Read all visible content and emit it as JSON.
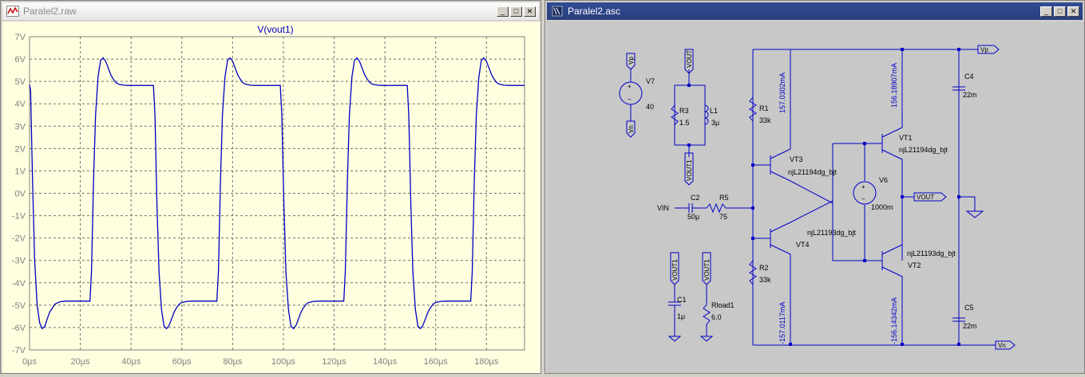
{
  "left_window": {
    "title": "Paralel2.raw",
    "buttons": {
      "minimize": "_",
      "maximize": "□",
      "close": "✕"
    }
  },
  "right_window": {
    "title": "Paralel2.asc",
    "buttons": {
      "minimize": "_",
      "maximize": "□",
      "close": "✕"
    }
  },
  "chart_data": {
    "type": "line",
    "title": "V(vout1)",
    "xlabel": "",
    "ylabel": "",
    "x_ticks": [
      "0µs",
      "20µs",
      "40µs",
      "60µs",
      "80µs",
      "100µs",
      "120µs",
      "140µs",
      "160µs",
      "180µs"
    ],
    "y_ticks": [
      "7V",
      "6V",
      "5V",
      "4V",
      "3V",
      "2V",
      "1V",
      "0V",
      "-1V",
      "-2V",
      "-3V",
      "-4V",
      "-5V",
      "-6V",
      "-7V"
    ],
    "xlim": [
      0,
      195
    ],
    "ylim": [
      -7,
      7
    ],
    "grid": true,
    "series": [
      {
        "name": "V(vout1)",
        "color": "#0000c0",
        "x": [
          0,
          0.4,
          1.2,
          2,
          3,
          4,
          5,
          6,
          7,
          8,
          10,
          12,
          14,
          16,
          18,
          20,
          22,
          23.8,
          24.4,
          25.2,
          26,
          27,
          28,
          29,
          30,
          31,
          32,
          33,
          34,
          35,
          37,
          39,
          41,
          43,
          45,
          47,
          48.8,
          49.4,
          50.2,
          51,
          52,
          53,
          54,
          55,
          56,
          57,
          58,
          59,
          60,
          62,
          64,
          66,
          68,
          70,
          72,
          73.8,
          74.4,
          75.2,
          76,
          77,
          78,
          79,
          80,
          81,
          82,
          83,
          84,
          85,
          87,
          89,
          91,
          93,
          95,
          97,
          98.8,
          99.4,
          100.2,
          101,
          102,
          103,
          104,
          105,
          106,
          107,
          108,
          109,
          110,
          112,
          114,
          116,
          118,
          120,
          122,
          123.8,
          124.4,
          125.2,
          126,
          127,
          128,
          129,
          130,
          131,
          132,
          133,
          134,
          135,
          137,
          139,
          141,
          143,
          145,
          147,
          148.8,
          149.4,
          150.2,
          151,
          152,
          153,
          154,
          155,
          156,
          157,
          158,
          159,
          160,
          162,
          164,
          166,
          168,
          170,
          172,
          173.8,
          174.4,
          175.2,
          176,
          177,
          178,
          179,
          180,
          181,
          182,
          183,
          184,
          185,
          187,
          189,
          191,
          193,
          195
        ],
        "y": [
          4.85,
          4.6,
          0.5,
          -3,
          -5,
          -5.8,
          -6.05,
          -5.95,
          -5.6,
          -5.3,
          -4.95,
          -4.85,
          -4.82,
          -4.82,
          -4.82,
          -4.82,
          -4.82,
          -4.82,
          -3.5,
          0.5,
          3.5,
          5.2,
          5.95,
          6.05,
          5.9,
          5.6,
          5.3,
          5.1,
          4.95,
          4.88,
          4.83,
          4.82,
          4.82,
          4.82,
          4.82,
          4.82,
          4.82,
          3.5,
          -0.5,
          -3.5,
          -5.2,
          -5.95,
          -6.05,
          -5.9,
          -5.6,
          -5.3,
          -5.1,
          -4.95,
          -4.88,
          -4.83,
          -4.82,
          -4.82,
          -4.82,
          -4.82,
          -4.82,
          -4.82,
          -3.5,
          0.5,
          3.5,
          5.2,
          5.95,
          6.05,
          5.9,
          5.6,
          5.3,
          5.1,
          4.95,
          4.88,
          4.83,
          4.82,
          4.82,
          4.82,
          4.82,
          4.82,
          4.82,
          3.5,
          -0.5,
          -3.5,
          -5.2,
          -5.95,
          -6.05,
          -5.9,
          -5.6,
          -5.3,
          -5.1,
          -4.95,
          -4.88,
          -4.83,
          -4.82,
          -4.82,
          -4.82,
          -4.82,
          -4.82,
          -4.82,
          -3.5,
          0.5,
          3.5,
          5.2,
          5.95,
          6.05,
          5.9,
          5.6,
          5.3,
          5.1,
          4.95,
          4.88,
          4.83,
          4.82,
          4.82,
          4.82,
          4.82,
          4.82,
          4.82,
          3.5,
          -0.5,
          -3.5,
          -5.2,
          -5.95,
          -6.05,
          -5.9,
          -5.6,
          -5.3,
          -5.1,
          -4.95,
          -4.88,
          -4.83,
          -4.82,
          -4.82,
          -4.82,
          -4.82,
          -4.82,
          -4.82,
          -3.5,
          0.5,
          3.5,
          5.2,
          5.95,
          6.05,
          5.9,
          5.6,
          5.3,
          5.1,
          4.95,
          4.88,
          4.83,
          4.82,
          4.82,
          4.82,
          4.82
        ]
      }
    ]
  },
  "schematic": {
    "labels": {
      "vp": "Vp",
      "vn": "Vn",
      "vout": "VOUT",
      "vout1": "VOUT1",
      "vin": "VIN",
      "v7": "V7",
      "v7_val": "40",
      "r3": "R3",
      "r3_val": "1.5",
      "l1": "L1",
      "l1_val": "3µ",
      "r1": "R1",
      "r1_val": "33k",
      "r2": "R2",
      "r2_val": "33k",
      "c2": "C2",
      "c2_val": "50µ",
      "r5": "R5",
      "r5_val": "75",
      "c1": "C1",
      "c1_val": "1µ",
      "rload": "Rload1",
      "rload_val": "6.0",
      "vt3": "VT3",
      "vt3_model": "njL21194dg_bjt",
      "vt4": "VT4",
      "vt4_model": "njL21193dg_bjt",
      "vt1": "VT1",
      "vt1_model": "njL21194dg_bjt",
      "vt2": "VT2",
      "vt2_model": "njL21193dg_bjt",
      "v6": "V6",
      "v6_val": "1000m",
      "c4": "C4",
      "c4_val": "22m",
      "c5": "C5",
      "c5_val": "22m",
      "i_top_left": "157.0302mA",
      "i_top_right": "156.18907mA",
      "i_bot_left": "-157.0117mA",
      "i_bot_right": "-156.14342mA"
    }
  }
}
